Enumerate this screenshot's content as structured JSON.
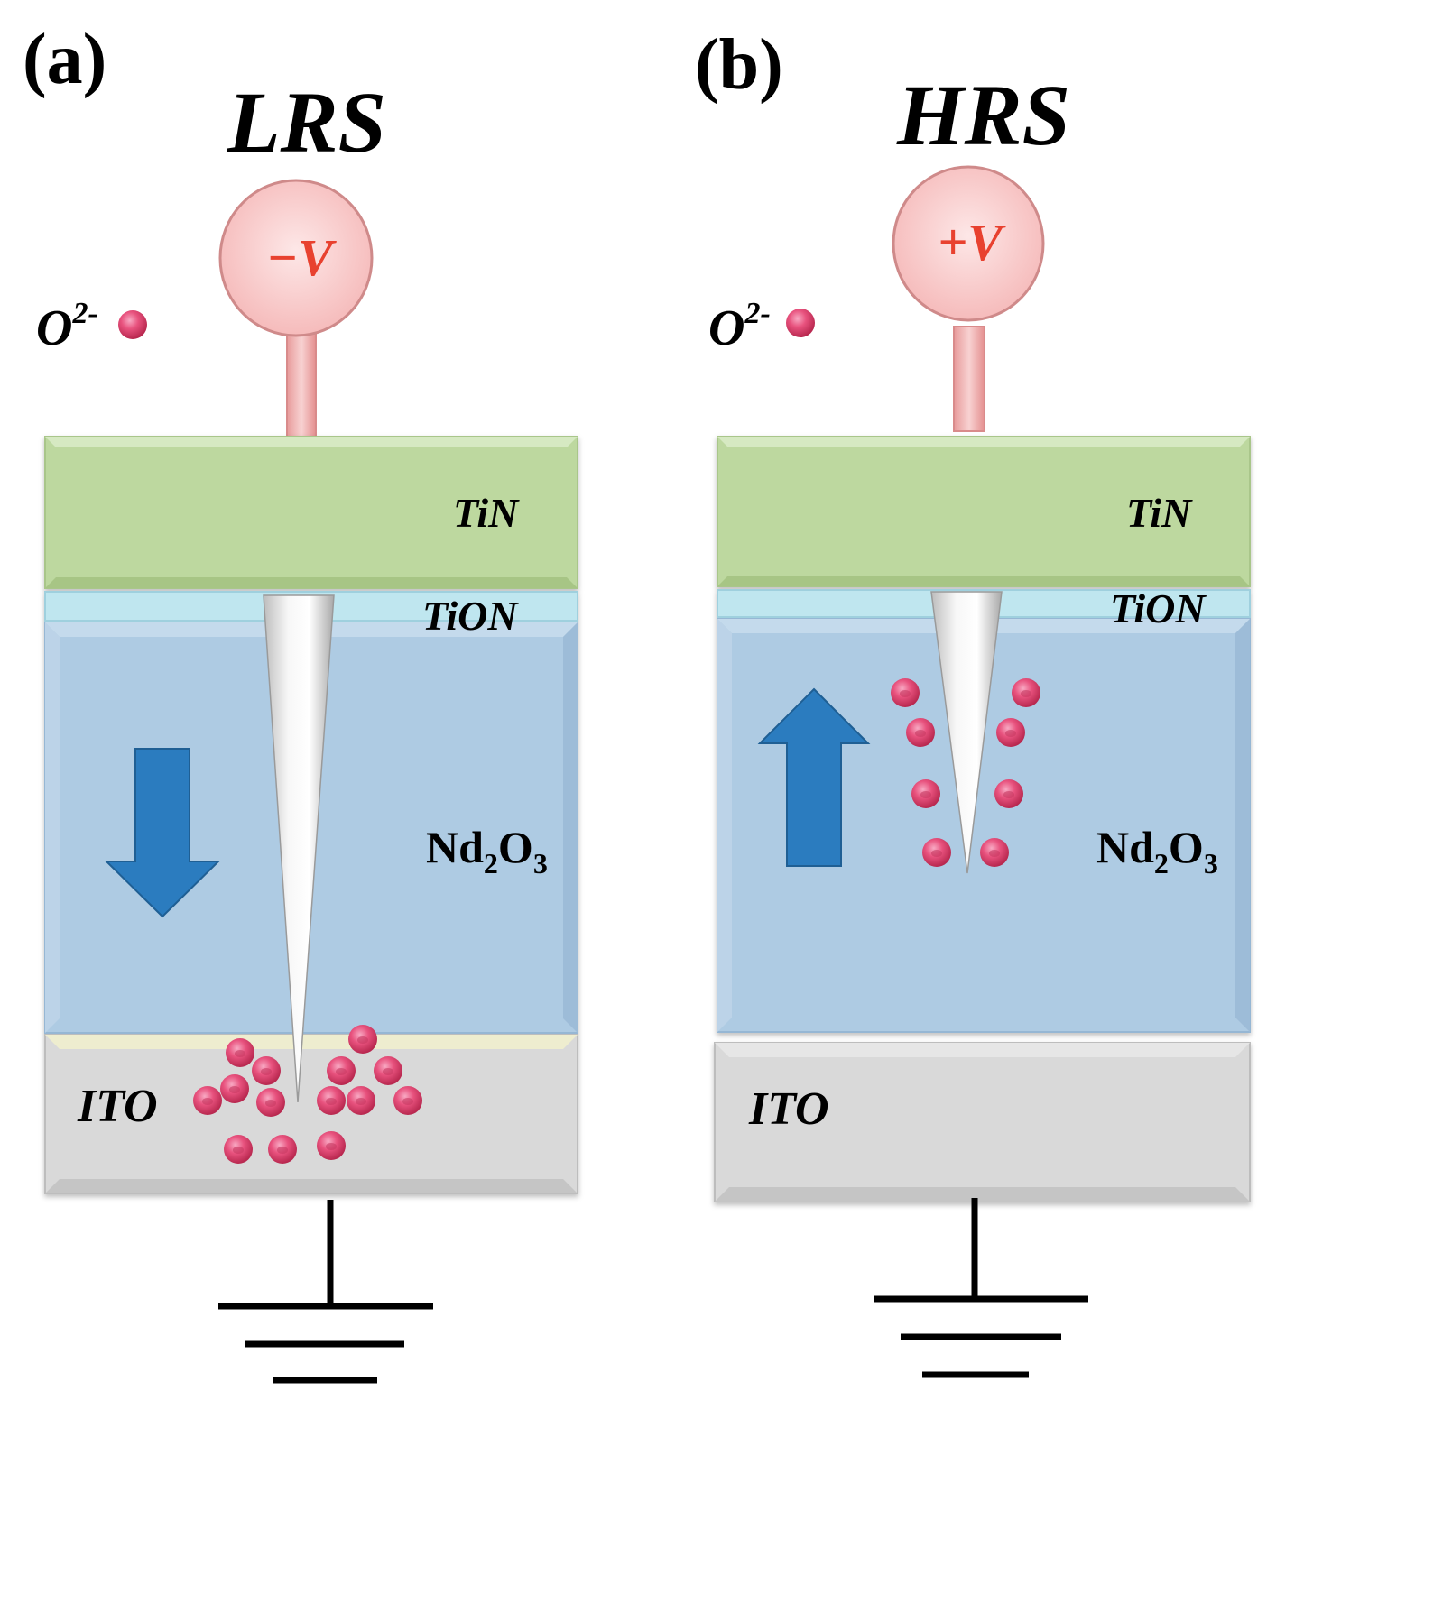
{
  "panels": [
    {
      "id": "a",
      "panel_label": "(a)",
      "state_label": "LRS",
      "voltage_label": "−V",
      "ion_legend": {
        "base": "O",
        "superscript": "2-"
      },
      "layers": {
        "top_electrode": "TiN",
        "interface": "TiON",
        "oxide": {
          "base": "Nd",
          "sub1": "2",
          "mid": "O",
          "sub2": "3"
        },
        "bottom_electrode": "ITO"
      },
      "arrow_direction": "down",
      "ion_count": 14,
      "ion_region": "ITO"
    },
    {
      "id": "b",
      "panel_label": "(b)",
      "state_label": "HRS",
      "voltage_label": "+V",
      "ion_legend": {
        "base": "O",
        "superscript": "2-"
      },
      "layers": {
        "top_electrode": "TiN",
        "interface": "TiON",
        "oxide": {
          "base": "Nd",
          "sub1": "2",
          "mid": "O",
          "sub2": "3"
        },
        "bottom_electrode": "ITO"
      },
      "arrow_direction": "up",
      "ion_count": 8,
      "ion_region": "Nd2O3"
    }
  ],
  "colors": {
    "tin": "#bdd89f",
    "tion": "#bfe6ef",
    "oxide": "#aecbe3",
    "ito": "#d9d9d9",
    "filament": "#eeeeee",
    "ion": "#e8527e",
    "arrow": "#2b7cbf",
    "source_fill": "#f8c9c9",
    "source_stroke": "#d98b8b",
    "voltage_text": "#e8412f",
    "ground": "#000000"
  }
}
